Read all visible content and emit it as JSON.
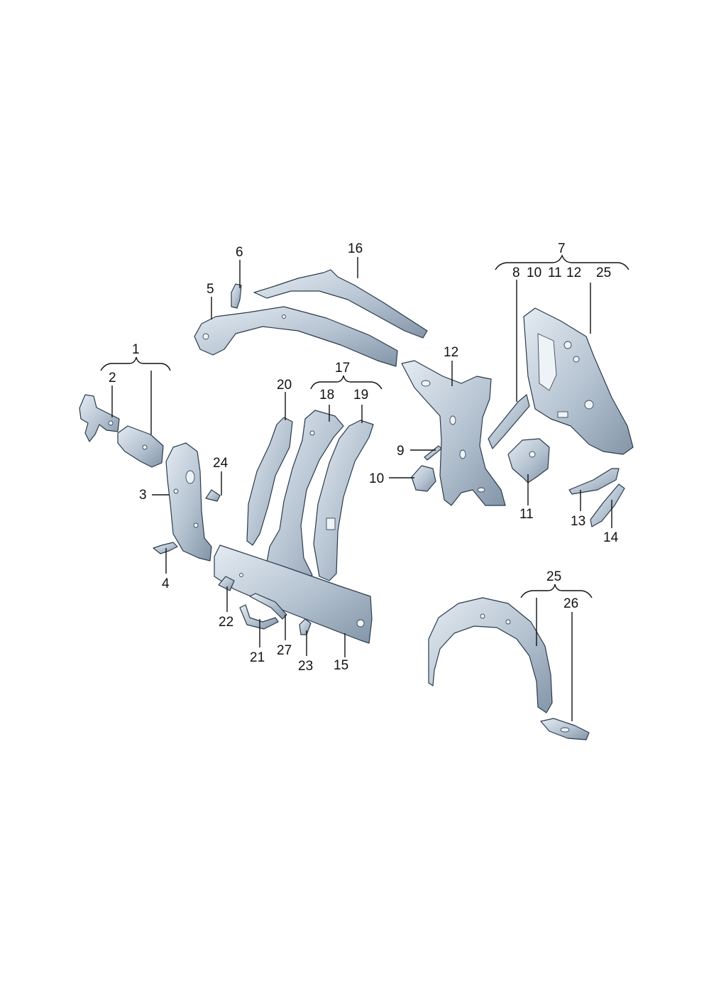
{
  "labels": {
    "l1": "1",
    "l2": "2",
    "l3": "3",
    "l4": "4",
    "l5": "5",
    "l6": "6",
    "l7": "7",
    "l7a": "8",
    "l7b": "10",
    "l7c": "11",
    "l7d": "12",
    "l7e": "25",
    "l9": "9",
    "l10": "10",
    "l11": "11",
    "l12": "12",
    "l13": "13",
    "l14": "14",
    "l15": "15",
    "l16": "16",
    "l17": "17",
    "l18": "18",
    "l19": "19",
    "l20": "20",
    "l21": "21",
    "l22": "22",
    "l23": "23",
    "l24": "24",
    "l25": "25",
    "l26": "26",
    "l27": "27"
  },
  "colors": {
    "steel_light": "#dfe7ef",
    "steel_mid": "#aebccb",
    "steel_dark": "#7d90a3",
    "outline": "#2a3a4c"
  }
}
